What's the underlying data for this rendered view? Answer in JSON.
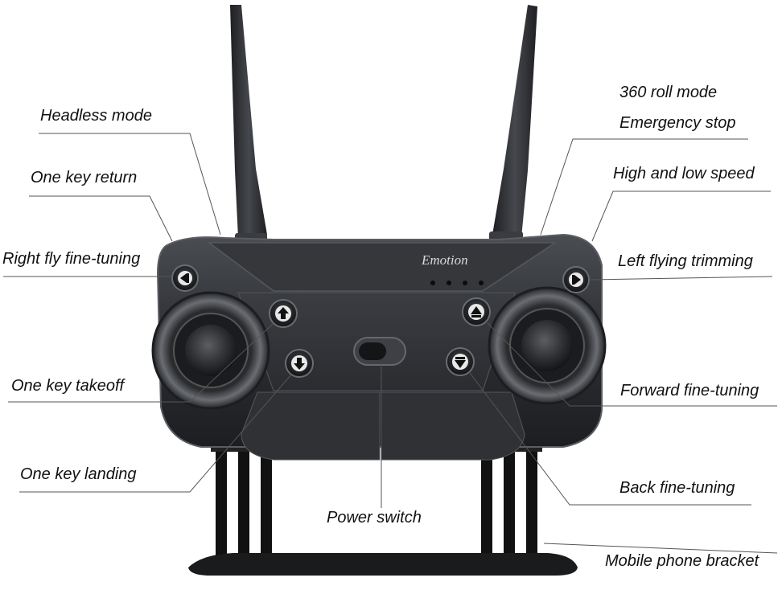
{
  "brand": "Emotion",
  "callouts": {
    "roll_mode": "360 roll mode",
    "emergency_stop": "Emergency stop",
    "headless_mode": "Headless mode",
    "one_key_return": "One key return",
    "high_low_speed": "High and low speed",
    "right_fly_fine_tuning": "Right fly fine-tuning",
    "left_flying_trimming": "Left flying trimming",
    "one_key_takeoff": "One key takeoff",
    "forward_fine_tuning": "Forward fine-tuning",
    "one_key_landing": "One key landing",
    "back_fine_tuning": "Back fine-tuning",
    "power_switch": "Power switch",
    "mobile_phone_bracket": "Mobile phone bracket"
  },
  "colors": {
    "body": "#2b2d31",
    "body_edge": "#5a5d63",
    "label": "#111111",
    "leader": "#555555"
  },
  "icons": {
    "right_trim": "arrow-left-icon",
    "left_trim": "arrow-right-icon",
    "takeoff": "arrow-up-icon",
    "landing": "arrow-down-icon",
    "forward": "triangle-up-icon",
    "back": "triangle-down-icon"
  }
}
